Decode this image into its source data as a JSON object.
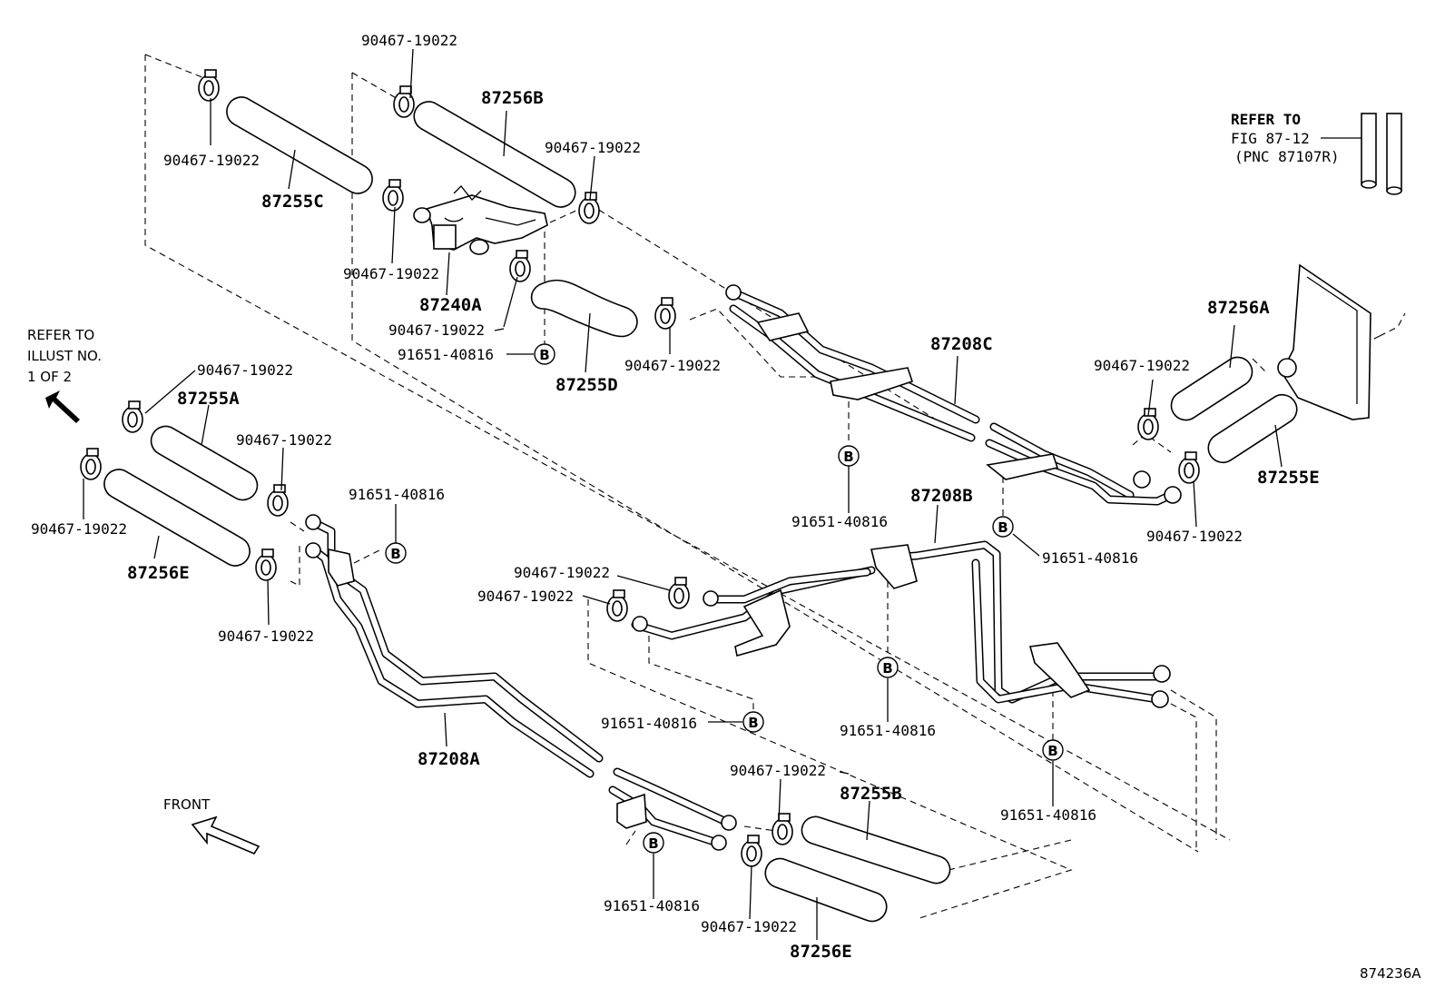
{
  "notes": {
    "refer_illust_1": "REFER TO",
    "refer_illust_2": "ILLUST NO.",
    "refer_illust_3": "1 OF 2",
    "refer_fig_1": "REFER TO",
    "refer_fig_2": "FIG 87-12",
    "refer_fig_3": "(PNC 87107R)",
    "front": "FRONT",
    "figure_code": "874236A"
  },
  "part_numbers": {
    "hose_87255C": "87255C",
    "hose_87256B": "87256B",
    "valve_87240A": "87240A",
    "hose_87255D": "87255D",
    "pipe_87208C": "87208C",
    "hose_87256A": "87256A",
    "hose_87255E": "87255E",
    "hose_87255A": "87255A",
    "hose_87256E_left": "87256E",
    "pipe_87208B": "87208B",
    "pipe_87208A": "87208A",
    "hose_87255B": "87255B",
    "hose_87256E_bottom": "87256E"
  },
  "clamp_label": "90467-19022",
  "bolt_label": "91651-40816",
  "bolt_symbol": "B"
}
